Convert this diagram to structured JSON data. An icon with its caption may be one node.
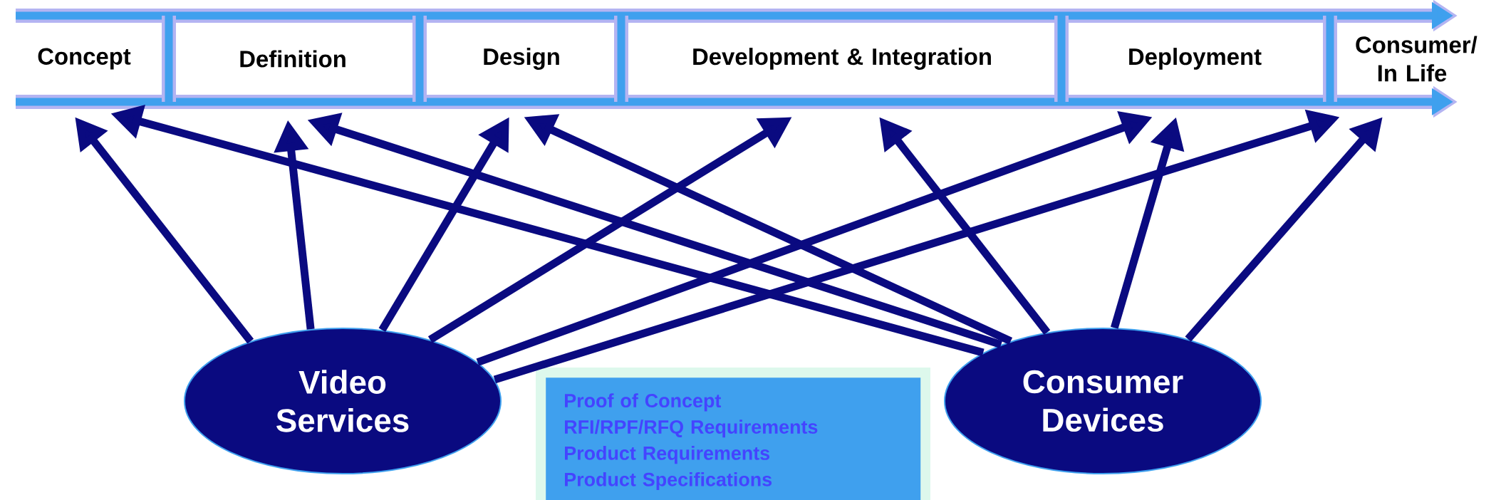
{
  "diagram": {
    "nodes": [
      {
        "text": [
          "Concept"
        ]
      },
      {
        "text": [
          "Definition"
        ]
      },
      {
        "text": [
          "Design"
        ]
      },
      {
        "text": [
          "Development & Integration"
        ]
      },
      {
        "text": [
          "Deployment"
        ]
      },
      {
        "text": [
          "Consumer/ In Life"
        ]
      },
      {
        "text": [
          "Video Services"
        ]
      },
      {
        "text": [
          "Consumer Devices"
        ]
      },
      {
        "text": [
          "Proof of Concept",
          "RFI/RPF/RFQ Requirements",
          "Product Requirements",
          "Product Specifications"
        ]
      }
    ],
    "edges": [
      {
        "from": 6,
        "to": 0,
        "arrow": "to"
      },
      {
        "from": 7,
        "to": 0,
        "arrow": "to"
      },
      {
        "from": 6,
        "to": 1,
        "arrow": "to"
      },
      {
        "from": 7,
        "to": 1,
        "arrow": "to"
      },
      {
        "from": 6,
        "to": 2,
        "arrow": "to"
      },
      {
        "from": 7,
        "to": 2,
        "arrow": "to"
      },
      {
        "from": 6,
        "to": 3,
        "arrow": "to"
      },
      {
        "from": 7,
        "to": 3,
        "arrow": "to"
      },
      {
        "from": 6,
        "to": 4,
        "arrow": "to"
      },
      {
        "from": 7,
        "to": 4,
        "arrow": "to"
      },
      {
        "from": 6,
        "to": 5,
        "arrow": "to"
      },
      {
        "from": 7,
        "to": 5,
        "arrow": "to"
      }
    ]
  }
}
